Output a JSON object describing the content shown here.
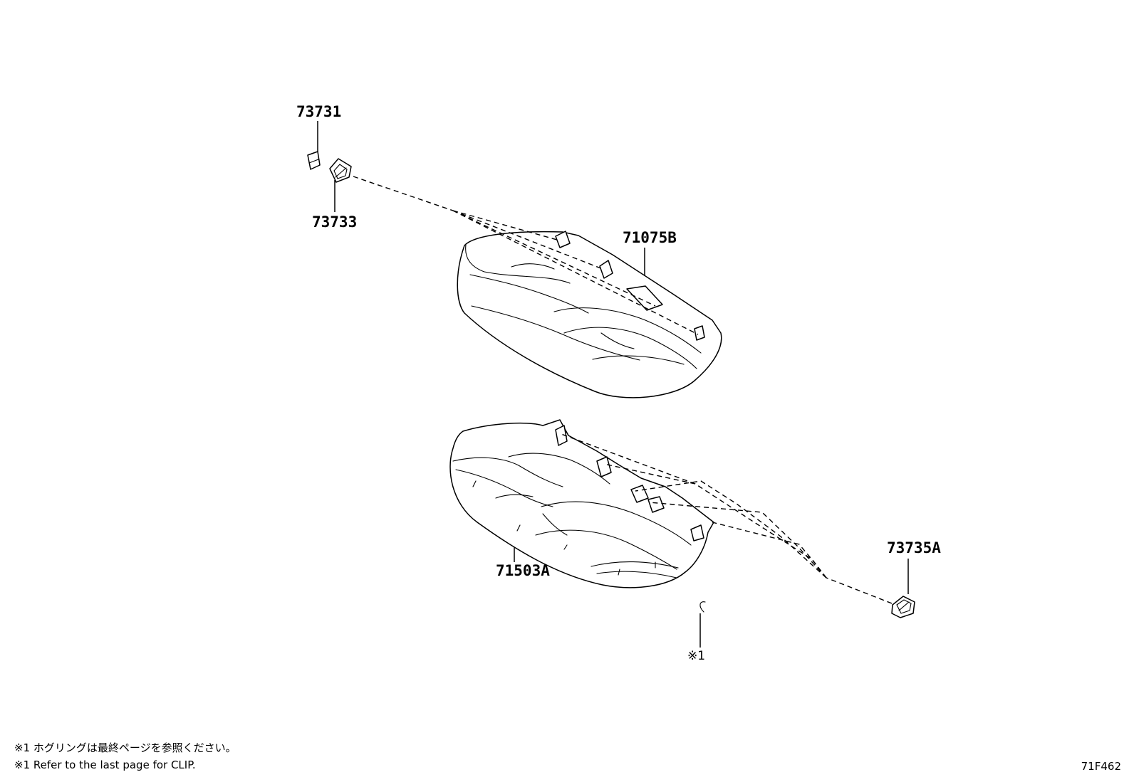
{
  "parts": [
    {
      "id": "73731",
      "label": "73731"
    },
    {
      "id": "73733",
      "label": "73733"
    },
    {
      "id": "71075B",
      "label": "71075B"
    },
    {
      "id": "71503A",
      "label": "71503A"
    },
    {
      "id": "73735A",
      "label": "73735A"
    }
  ],
  "reference_mark": "※1",
  "notes": {
    "japanese": "※1 ホグリングは最終ページを参照ください。",
    "english": "※1 Refer to the last page for CLIP."
  },
  "figure_code": "71F462"
}
